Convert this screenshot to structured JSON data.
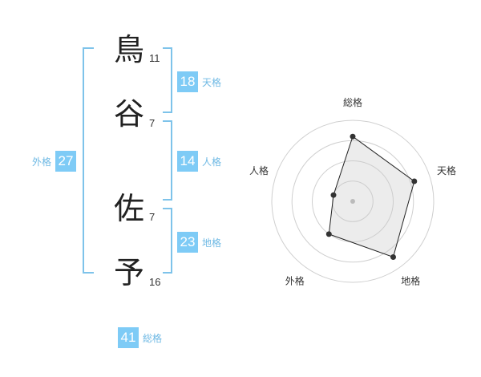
{
  "name": {
    "characters": [
      {
        "char": "鳥",
        "strokes": "11"
      },
      {
        "char": "谷",
        "strokes": "7"
      },
      {
        "char": "佐",
        "strokes": "7"
      },
      {
        "char": "予",
        "strokes": "16"
      }
    ]
  },
  "scores": {
    "tenkaku": {
      "value": "18",
      "label": "天格"
    },
    "jinkaku": {
      "value": "14",
      "label": "人格"
    },
    "chikaku": {
      "value": "23",
      "label": "地格"
    },
    "gaikaku": {
      "value": "27",
      "label": "外格"
    },
    "soukaku": {
      "value": "41",
      "label": "総格"
    }
  },
  "colors": {
    "accent": "#7ecbf6",
    "bracket": "#7ec3ea",
    "label": "#6fb9e4"
  },
  "chart_data": {
    "type": "radar",
    "axes": [
      "総格",
      "天格",
      "地格",
      "外格",
      "人格"
    ],
    "values": [
      0.8,
      0.8,
      0.85,
      0.5,
      0.25
    ],
    "max": 1,
    "rings": 4,
    "grid": true
  }
}
